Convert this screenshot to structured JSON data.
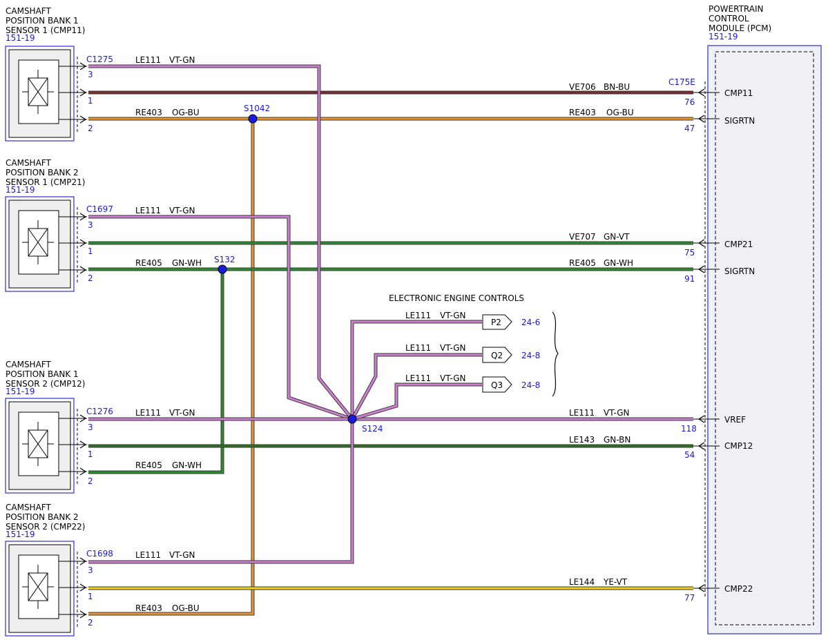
{
  "colors": {
    "ref_blue": "#1a1adc",
    "box_border": "#2b2bd6",
    "box_fill": "#efeff6",
    "violet": "#cc7fcf",
    "brown": "#7b2b30",
    "orange": "#e8942f",
    "green": "#2f8a2f",
    "yellow": "#f0d21a",
    "dkgreen": "#2f6e1f"
  },
  "sensors": [
    {
      "title": [
        "CAMSHAFT",
        "POSITION BANK 1",
        "SENSOR 1 (CMP11)"
      ],
      "ref": "151-19",
      "connector": "C1275"
    },
    {
      "title": [
        "CAMSHAFT",
        "POSITION BANK 2",
        "SENSOR 1 (CMP21)"
      ],
      "ref": "151-19",
      "connector": "C1697"
    },
    {
      "title": [
        "CAMSHAFT",
        "POSITION BANK 1",
        "SENSOR 2 (CMP12)"
      ],
      "ref": "151-19",
      "connector": "C1276"
    },
    {
      "title": [
        "CAMSHAFT",
        "POSITION BANK 2",
        "SENSOR 2 (CMP22)"
      ],
      "ref": "151-19",
      "connector": "C1698"
    }
  ],
  "pins": [
    "3",
    "1",
    "2"
  ],
  "pcm": {
    "title": [
      "POWERTRAIN",
      "CONTROL",
      "MODULE (PCM)"
    ],
    "ref": "151-19",
    "connector": "C175E",
    "signals": [
      {
        "name": "CMP11",
        "pin": "76"
      },
      {
        "name": "SIGRTN",
        "pin": "47"
      },
      {
        "name": "CMP21",
        "pin": "75"
      },
      {
        "name": "SIGRTN",
        "pin": "91"
      },
      {
        "name": "VREF",
        "pin": "118"
      },
      {
        "name": "CMP12",
        "pin": "54"
      },
      {
        "name": "CMP22",
        "pin": "77"
      }
    ]
  },
  "splices": [
    "S1042",
    "S132",
    "S124"
  ],
  "wires": {
    "s1_pin3": {
      "circuit": "LE111",
      "color": "VT-GN"
    },
    "s1_pin1": {
      "circuit": "VE706",
      "color": "BN-BU"
    },
    "s1_pin2": {
      "circuit": "RE403",
      "color": "OG-BU"
    },
    "s1_pin2_pcm": {
      "circuit": "RE403",
      "color": "OG-BU"
    },
    "s2_pin3": {
      "circuit": "LE111",
      "color": "VT-GN"
    },
    "s2_pin1": {
      "circuit": "VE707",
      "color": "GN-VT"
    },
    "s2_pin2": {
      "circuit": "RE405",
      "color": "GN-WH"
    },
    "s2_pin2_pcm": {
      "circuit": "RE405",
      "color": "GN-WH"
    },
    "s3_pin3": {
      "circuit": "LE111",
      "color": "VT-GN"
    },
    "s3_pin3_pcm": {
      "circuit": "LE111",
      "color": "VT-GN"
    },
    "s3_pin1": {
      "circuit": "LE143",
      "color": "GN-BN"
    },
    "s3_pin2": {
      "circuit": "RE405",
      "color": "GN-WH"
    },
    "s4_pin3": {
      "circuit": "LE111",
      "color": "VT-GN"
    },
    "s4_pin1": {
      "circuit": "LE144",
      "color": "YE-VT"
    },
    "s4_pin2": {
      "circuit": "RE403",
      "color": "OG-BU"
    },
    "eec_p2": {
      "circuit": "LE111",
      "color": "VT-GN"
    },
    "eec_q2": {
      "circuit": "LE111",
      "color": "VT-GN"
    },
    "eec_q3": {
      "circuit": "LE111",
      "color": "VT-GN"
    }
  },
  "eec": {
    "title": "ELECTRONIC ENGINE CONTROLS",
    "tags": [
      {
        "name": "P2",
        "ref": "24-6"
      },
      {
        "name": "Q2",
        "ref": "24-8"
      },
      {
        "name": "Q3",
        "ref": "24-8"
      }
    ]
  }
}
